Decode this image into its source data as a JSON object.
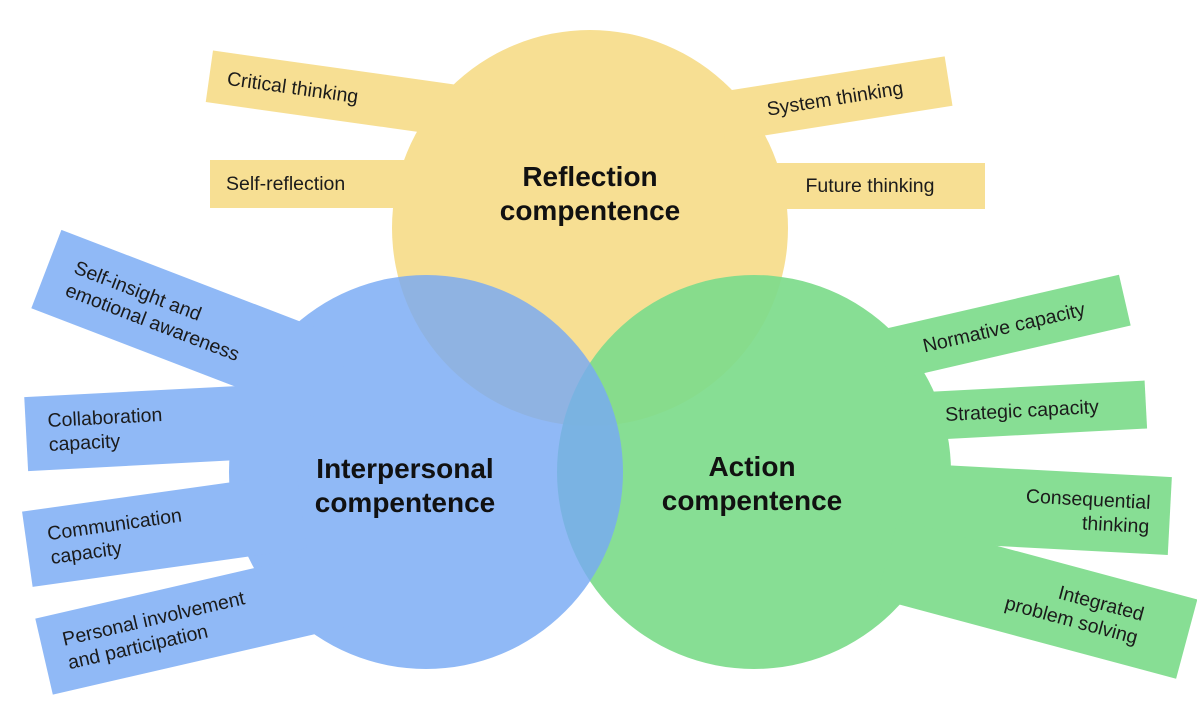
{
  "venn": {
    "background": "#ffffff",
    "text_color": "#1b1b1b",
    "circles": [
      {
        "name": "reflection",
        "color": "#F7DF93",
        "title_lines": [
          "Reflection",
          "compentence"
        ],
        "spokes": [
          {
            "lines": [
              "Critical thinking"
            ]
          },
          {
            "lines": [
              "Self-reflection"
            ]
          },
          {
            "lines": [
              "System thinking"
            ]
          },
          {
            "lines": [
              "Future thinking"
            ]
          }
        ]
      },
      {
        "name": "interpersonal",
        "color": "#90B9F6",
        "title_lines": [
          "Interpersonal",
          "compentence"
        ],
        "spokes": [
          {
            "lines": [
              "Self-insight and",
              "emotional awareness"
            ]
          },
          {
            "lines": [
              "Collaboration",
              "capacity"
            ]
          },
          {
            "lines": [
              "Communication",
              "capacity"
            ]
          },
          {
            "lines": [
              "Personal involvement",
              "and participation"
            ]
          }
        ]
      },
      {
        "name": "action",
        "color": "#87DE94",
        "title_lines": [
          "Action",
          "compentence"
        ],
        "spokes": [
          {
            "lines": [
              "Normative capacity"
            ]
          },
          {
            "lines": [
              "Strategic capacity"
            ]
          },
          {
            "lines": [
              "Consequential",
              "thinking"
            ]
          },
          {
            "lines": [
              "Integrated",
              "problem solving"
            ]
          }
        ]
      }
    ]
  }
}
